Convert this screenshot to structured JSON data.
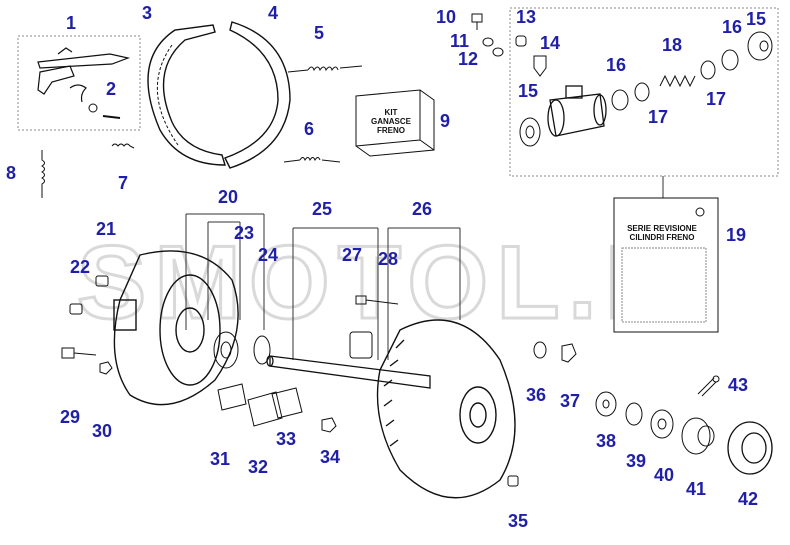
{
  "watermark": "SMOTOL.IT",
  "colors": {
    "label": "#1f1fa8",
    "line": "#111111",
    "watermark": "#d9d9d9"
  },
  "kit_box": {
    "line1": "KIT",
    "line2": "GANASCE FRENO"
  },
  "manual": {
    "line1": "SERIE REVISIONE",
    "line2": "CILINDRI FRENO"
  },
  "labels": {
    "p1": "1",
    "p2": "2",
    "p3": "3",
    "p4": "4",
    "p5": "5",
    "p6": "6",
    "p7": "7",
    "p8": "8",
    "p9": "9",
    "p10": "10",
    "p11": "11",
    "p12": "12",
    "p13": "13",
    "p14": "14",
    "p15a": "15",
    "p15b": "15",
    "p16a": "16",
    "p16b": "16",
    "p17a": "17",
    "p17b": "17",
    "p18": "18",
    "p19": "19",
    "p20": "20",
    "p21": "21",
    "p22": "22",
    "p23": "23",
    "p24": "24",
    "p25": "25",
    "p26": "26",
    "p27": "27",
    "p28": "28",
    "p29": "29",
    "p30": "30",
    "p31": "31",
    "p32": "32",
    "p33": "33",
    "p34": "34",
    "p35": "35",
    "p36": "36",
    "p37": "37",
    "p38": "38",
    "p39": "39",
    "p40": "40",
    "p41": "41",
    "p42": "42",
    "p43": "43"
  }
}
